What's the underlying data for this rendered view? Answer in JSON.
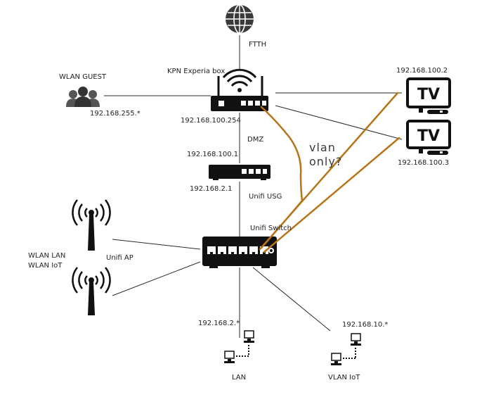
{
  "labels": {
    "ftth": "FTTH",
    "router": "KPN Experia box",
    "wlan_guest": "WLAN GUEST",
    "guest_subnet": "192.168.255.*",
    "router_ip": "192.168.100.254",
    "dmz": "DMZ",
    "usg_wan_ip": "192.168.100.1",
    "usg_lan_ip": "192.168.2.1",
    "usg": "Unifi USG",
    "switch": "Unifi Switch",
    "ap": "Unifi AP",
    "wlan_lan": "WLAN LAN",
    "wlan_iot": "WLAN IoT",
    "lan_subnet": "192.168.2.*",
    "iot_subnet": "192.168.10.*",
    "lan": "LAN",
    "vlan_iot": "VLAN IoT",
    "tv1_ip": "192.168.100.2",
    "tv2_ip": "192.168.100.3",
    "tv_text": "TV",
    "note_line1": "vlan",
    "note_line2": "only?"
  },
  "icons": {
    "internet": "globe-icon",
    "guests": "users-icon",
    "router": "wifi-router-icon",
    "gateway": "gateway-icon",
    "switch": "network-switch-icon",
    "ap": "antenna-icon",
    "tv": "tv-icon",
    "computers": "computer-network-icon"
  },
  "colors": {
    "annotation": "#b8741a",
    "lines": "#2a2a2a",
    "device": "#111111"
  }
}
